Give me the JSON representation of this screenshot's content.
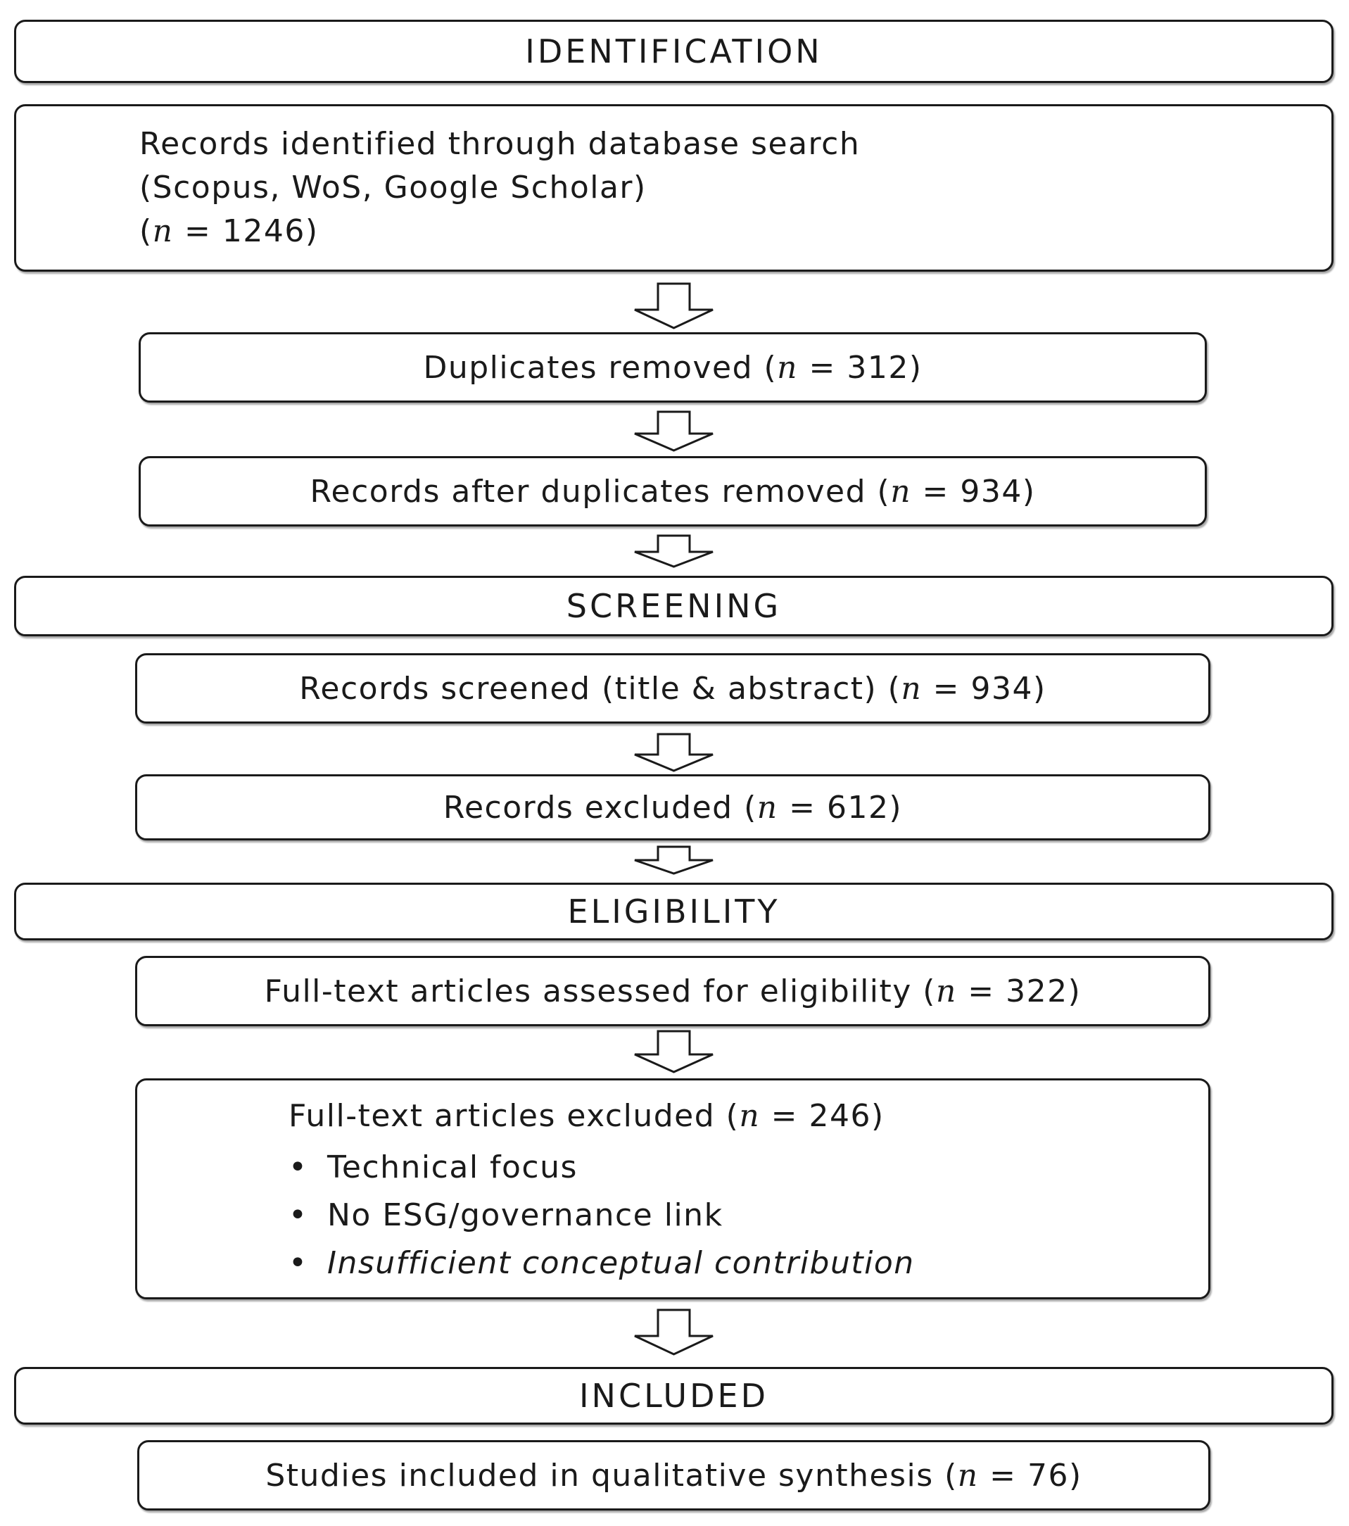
{
  "identification": {
    "heading": "IDENTIFICATION",
    "records_line1": "Records identified through database search",
    "records_line2": "(Scopus, WoS, Google Scholar)",
    "records_n_open": "(",
    "records_n_var": "n",
    "records_n_rest": " = 1246)",
    "duplicates_text": "Duplicates removed (",
    "duplicates_var": "n",
    "duplicates_rest": " = 312)",
    "after_dup_text": "Records after duplicates removed (",
    "after_dup_var": "n",
    "after_dup_rest": " = 934)"
  },
  "screening": {
    "heading": "SCREENING",
    "screened_text": "Records screened (title & abstract) (",
    "screened_var": "n",
    "screened_rest": " = 934)",
    "excluded_text": "Records excluded (",
    "excluded_var": "n",
    "excluded_rest": " = 612)"
  },
  "eligibility": {
    "heading": "ELIGIBILITY",
    "assessed_text": "Full-text articles assessed for eligibility (",
    "assessed_var": "n",
    "assessed_rest": " = 322)",
    "ft_excluded_text": "Full-text articles excluded (",
    "ft_excluded_var": "n",
    "ft_excluded_rest": " = 246)",
    "bullet": "•",
    "reasons": [
      "Technical focus",
      "No ESG/governance link",
      "Insufficient conceptual contribution"
    ]
  },
  "included": {
    "heading": "INCLUDED",
    "studies_text": "Studies included in qualitative synthesis (",
    "studies_var": "n",
    "studies_rest": " = 76)"
  }
}
